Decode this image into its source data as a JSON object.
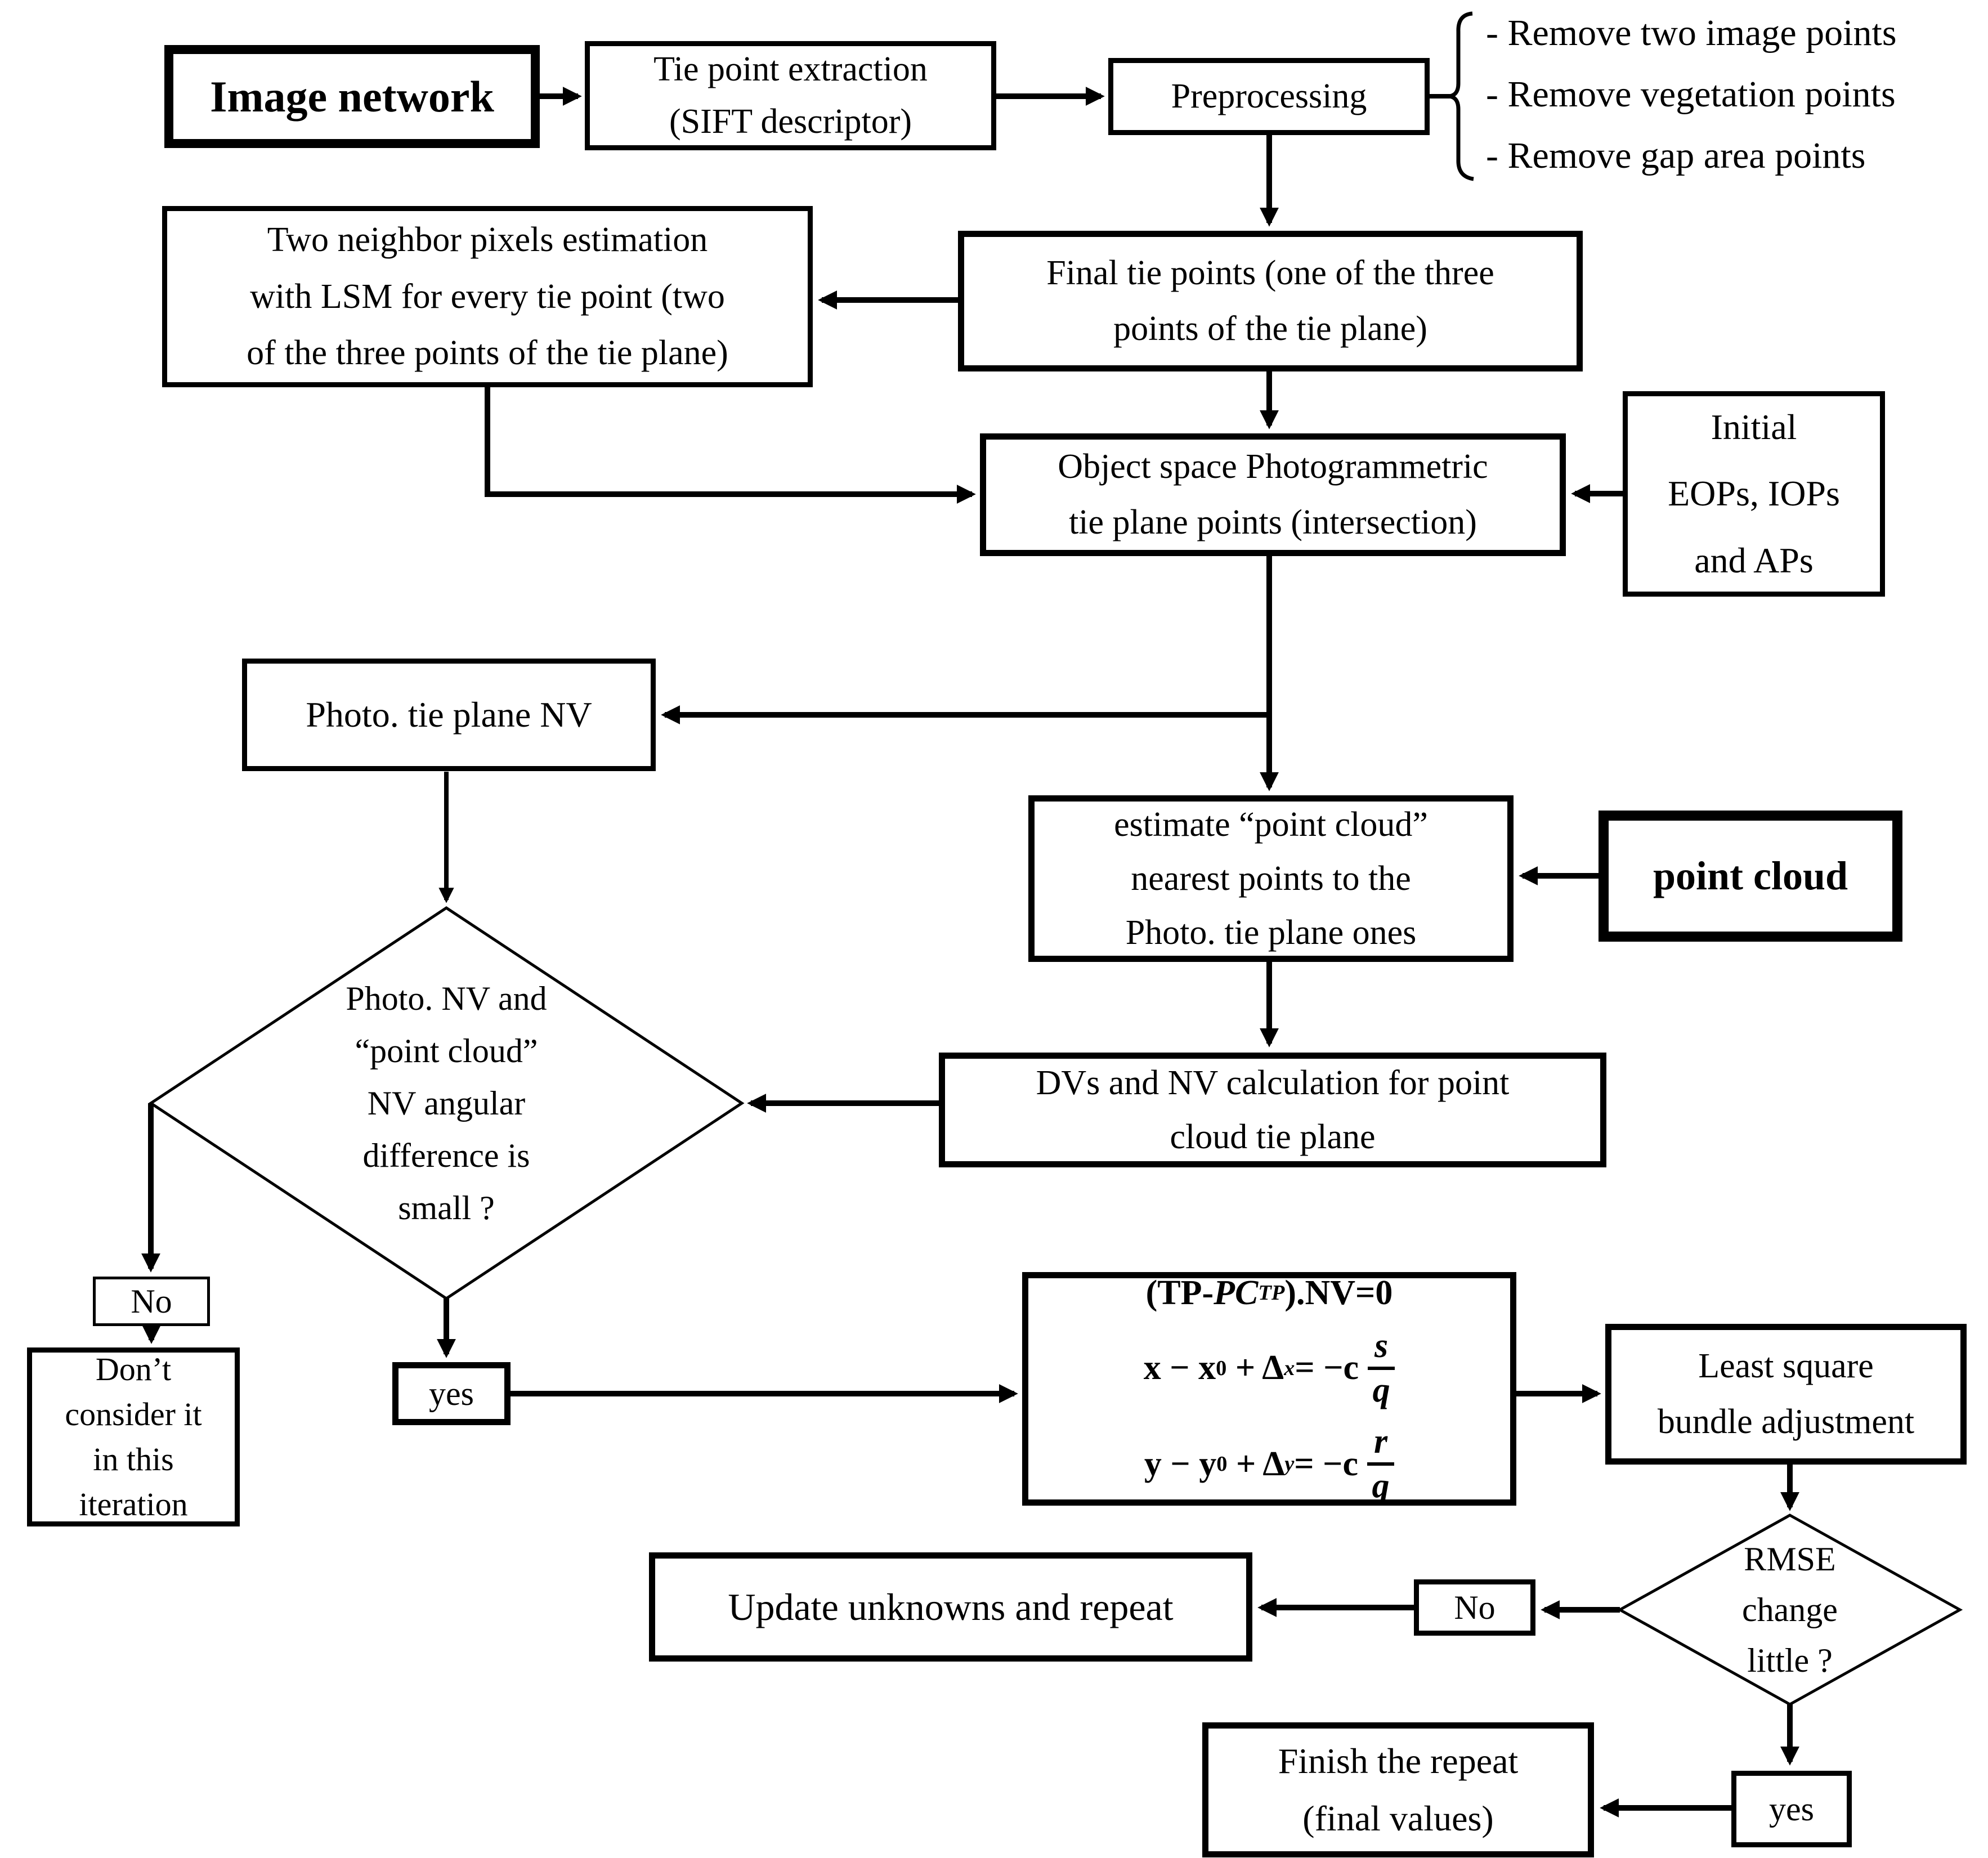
{
  "diagram": {
    "nodes": {
      "image_network": {
        "label": "Image network"
      },
      "tie_point_extraction": {
        "label": "Tie point extraction\n(SIFT descriptor)"
      },
      "preprocessing": {
        "label": "Preprocessing"
      },
      "preprocessing_notes": [
        "- Remove two image points",
        "- Remove vegetation points",
        "- Remove gap area points"
      ],
      "two_neighbor": {
        "label": "Two neighbor pixels estimation\nwith LSM for every tie point (two\nof the three points of the tie plane)"
      },
      "final_tie_points": {
        "label": "Final tie points (one of the three\npoints of the tie plane)"
      },
      "object_space": {
        "label": "Object space Photogrammetric\ntie plane points (intersection)"
      },
      "initial_eops": {
        "label": "Initial\nEOPs, IOPs\nand APs"
      },
      "photo_tie_plane_nv": {
        "label": "Photo. tie plane NV"
      },
      "estimate_point_cloud": {
        "label": "estimate “point cloud”\nnearest points to the\nPhoto. tie plane ones"
      },
      "point_cloud": {
        "label": "point cloud"
      },
      "dvs_nv": {
        "label": "DVs and NV calculation for point\ncloud tie plane"
      },
      "angular_decision": {
        "label": "Photo. NV and\n“point cloud”\nNV angular\ndifference is\nsmall ?"
      },
      "no_1": {
        "label": "No"
      },
      "dont_consider": {
        "label": "Don’t\nconsider it\nin this\niteration"
      },
      "yes_1": {
        "label": "yes"
      },
      "least_square": {
        "label": "Least square\nbundle adjustment"
      },
      "rmse_decision": {
        "label": "RMSE\nchange\nlittle ?"
      },
      "no_2": {
        "label": "No"
      },
      "update_unknowns": {
        "label": "Update unknowns and repeat"
      },
      "yes_2": {
        "label": "yes"
      },
      "finish": {
        "label": "Finish the repeat\n(final values)"
      }
    },
    "equations": {
      "line1_pre": "(TP-",
      "line1_pc": "PC",
      "line1_sub": "TP",
      "line1_post": ").NV=0",
      "line2_lhs": "x − x",
      "line2_sub0": "0",
      "line2_mid": " + Δ",
      "line2_subx": "x",
      "line2_eq": "= −c",
      "line2_num": "s",
      "line2_den": "q",
      "line3_lhs": "y − y",
      "line3_sub0": "0",
      "line3_mid": " + Δ",
      "line3_suby": "y",
      "line3_eq": "= −c",
      "line3_num": "r",
      "line3_den": "q"
    },
    "colors": {
      "ink": "#000000",
      "background": "#ffffff"
    }
  }
}
